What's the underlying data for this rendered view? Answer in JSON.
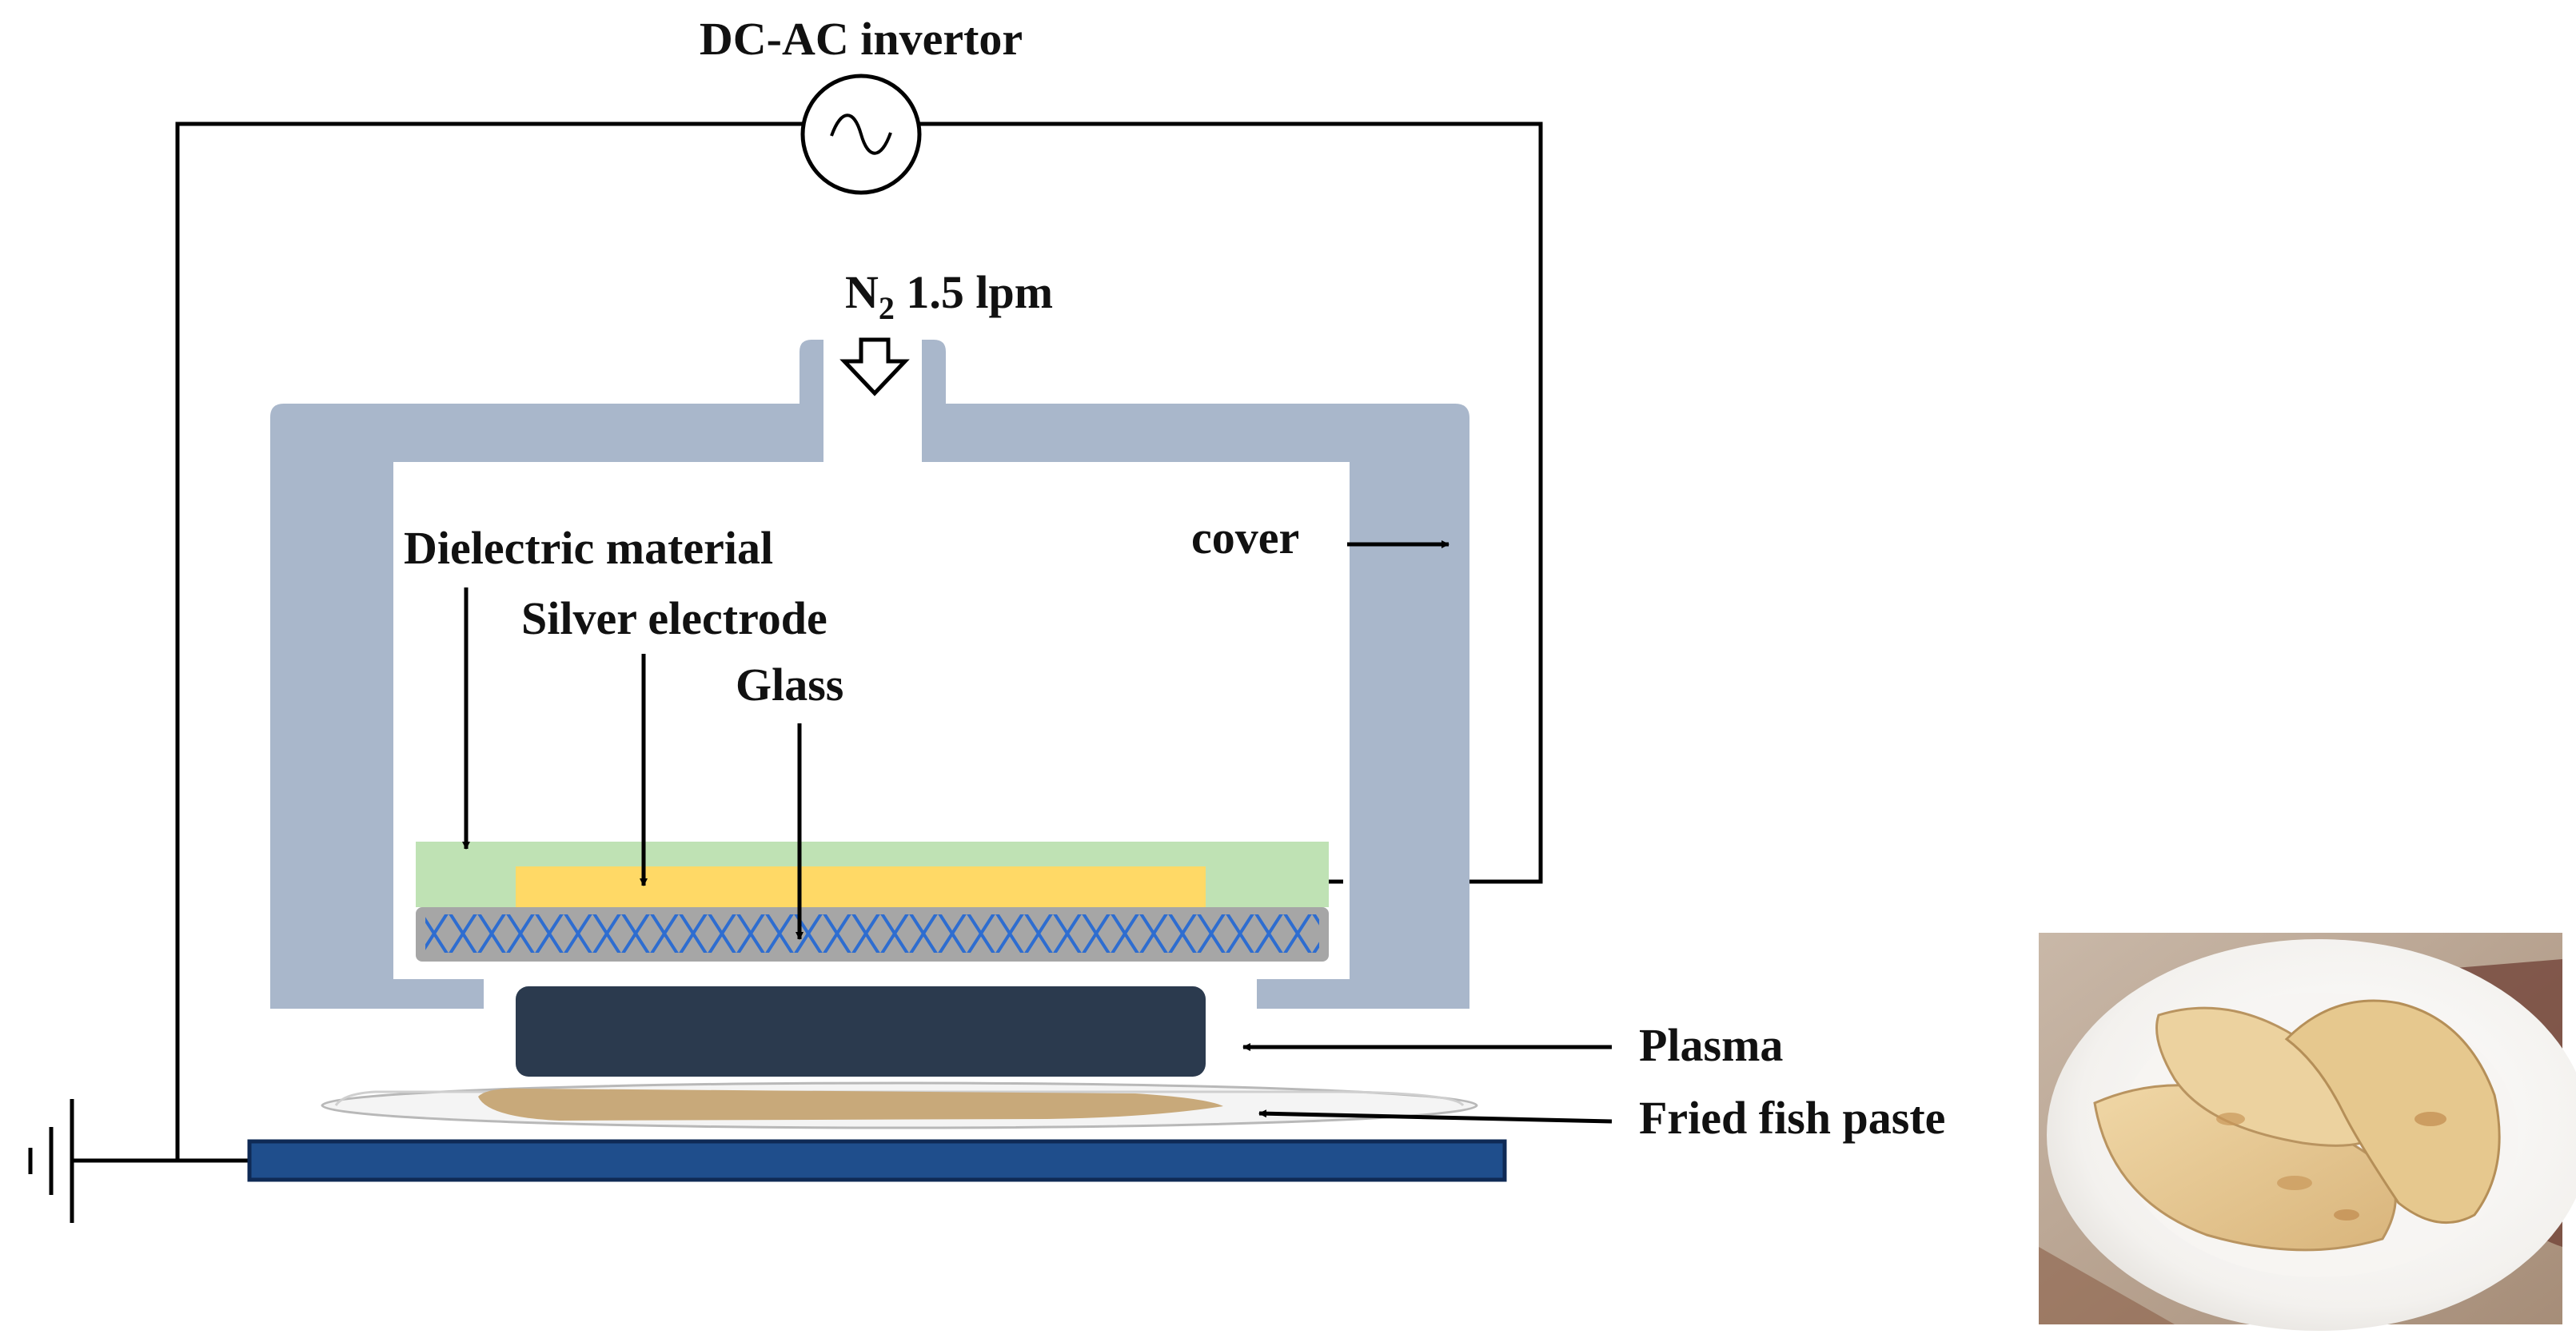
{
  "labels": {
    "power_supply": "DC-AC invertor",
    "gas_species": "N",
    "gas_subscript": "2",
    "gas_flow": " 1.5 lpm",
    "cover": "cover",
    "dielectric": "Dielectric material",
    "electrode": "Silver electrode",
    "glass": "Glass",
    "plasma": "Plasma",
    "sample": "Fried fish paste"
  },
  "colors": {
    "cover": "#A9B7CB",
    "dielectric": "#BFE2B4",
    "electrode": "#FFD966",
    "glass": "#A6A6A6",
    "glass_mesh": "#2E6DD0",
    "plasma": "#2B3A4E",
    "ground_plate": "#1F4E8C",
    "ground_plate_border": "#0F2A55",
    "sample": "#C8A97A",
    "wire": "#000000"
  },
  "icons": {
    "ac_source": "ac-source-icon",
    "ground": "ground-icon",
    "gas_inlet": "down-arrow-icon",
    "photo": "fried-fish-paste-photo"
  }
}
